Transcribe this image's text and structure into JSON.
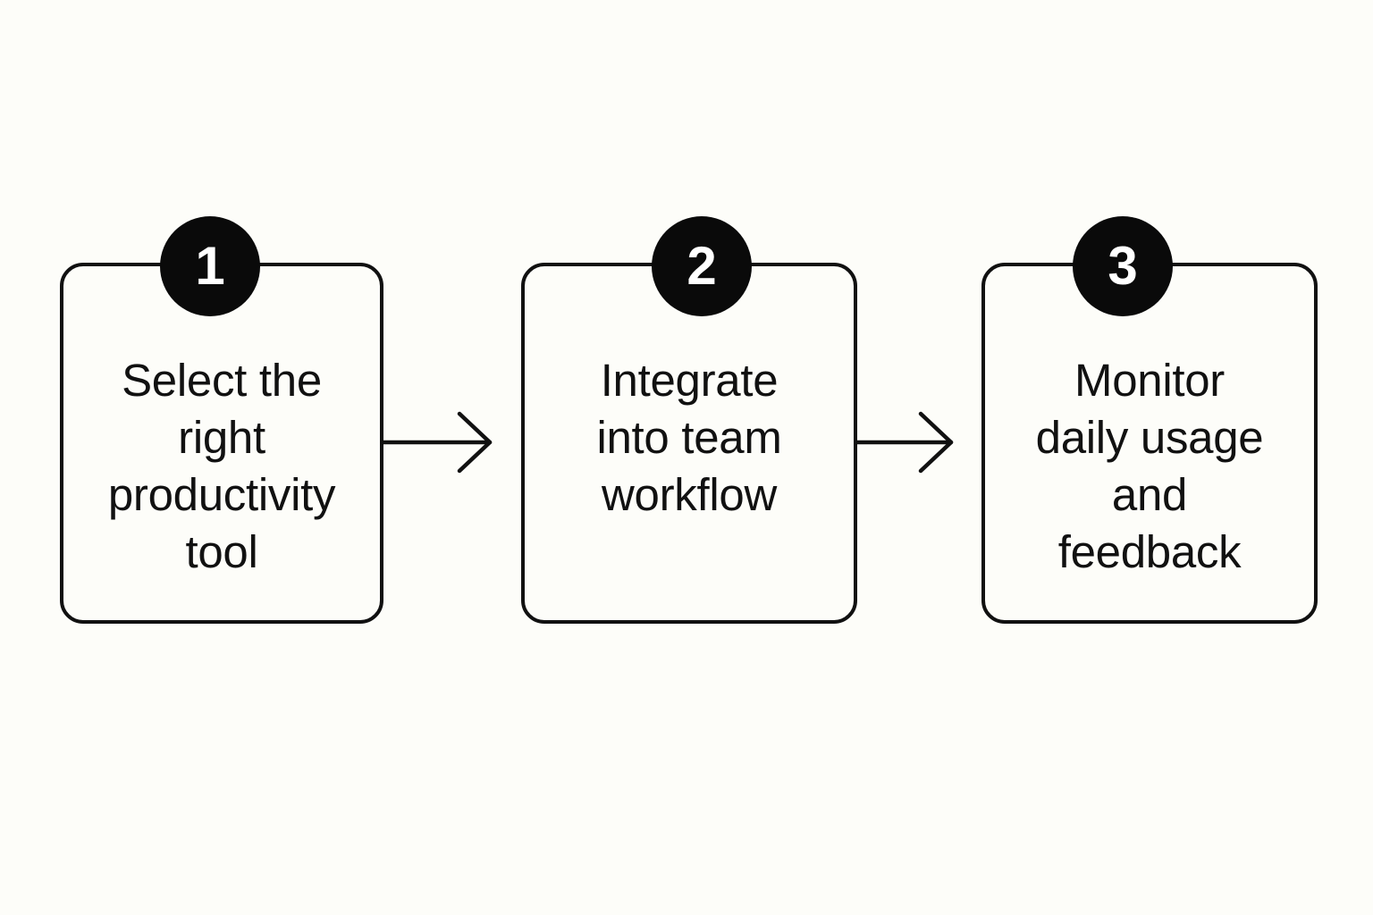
{
  "diagram": {
    "steps": [
      {
        "number": "1",
        "lines": [
          "Select the",
          "right",
          "productivity",
          "tool"
        ]
      },
      {
        "number": "2",
        "lines": [
          "Integrate",
          "into team",
          "workflow"
        ]
      },
      {
        "number": "3",
        "lines": [
          "Monitor",
          "daily usage",
          "and",
          "feedback"
        ]
      }
    ],
    "colors": {
      "background": "#fdfdf9",
      "stroke": "#111111",
      "badge_fill": "#0a0a0a",
      "badge_text": "#ffffff"
    },
    "icons": {
      "connector": "arrow-right-icon"
    }
  }
}
